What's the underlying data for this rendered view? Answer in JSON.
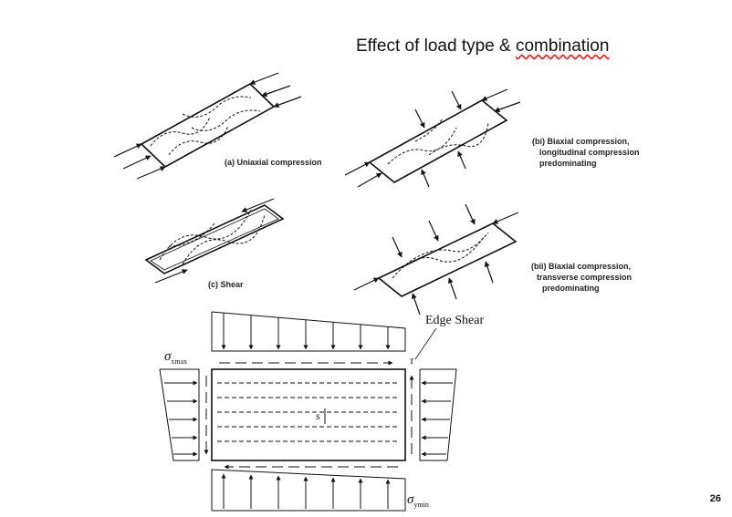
{
  "title_main": "Effect of load type & ",
  "title_underlined": "combination",
  "labels": {
    "a": "(a) Uniaxial compression",
    "bi_1": "(bi) Biaxial compression,",
    "bi_2": "longitudinal compression",
    "bi_3": "predominating",
    "c": "(c) Shear",
    "bii_1": "(bii) Biaxial compression,",
    "bii_2": "transverse compression",
    "bii_3": "predominating"
  },
  "bottom": {
    "edge_shear": "Edge Shear",
    "sigma": "σ",
    "xmax_sub": "xmax",
    "ymin_sub": "ymin",
    "tau": "τ",
    "s": "s"
  },
  "page_number": "26"
}
